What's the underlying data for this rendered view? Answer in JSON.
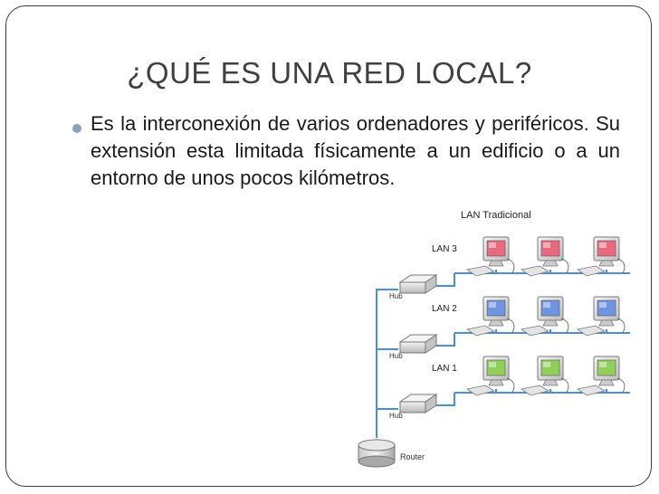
{
  "slide": {
    "title": "¿QUÉ ES UNA RED LOCAL?",
    "bullet_text": "Es la interconexión de varios ordenadores y periféricos. Su extensión esta limitada físicamente a un edificio o a un entorno de unos pocos kilómetros."
  },
  "diagram": {
    "title": "LAN Tradicional",
    "lans": [
      {
        "label": "LAN 3",
        "hub_label": "Hub",
        "screen_color": "#e86a7e"
      },
      {
        "label": "LAN 2",
        "hub_label": "Hub",
        "screen_color": "#6f94e0"
      },
      {
        "label": "LAN 1",
        "hub_label": "Hub",
        "screen_color": "#8fcf5a"
      }
    ],
    "router_label": "Router",
    "wire_color": "#4a90d9"
  }
}
